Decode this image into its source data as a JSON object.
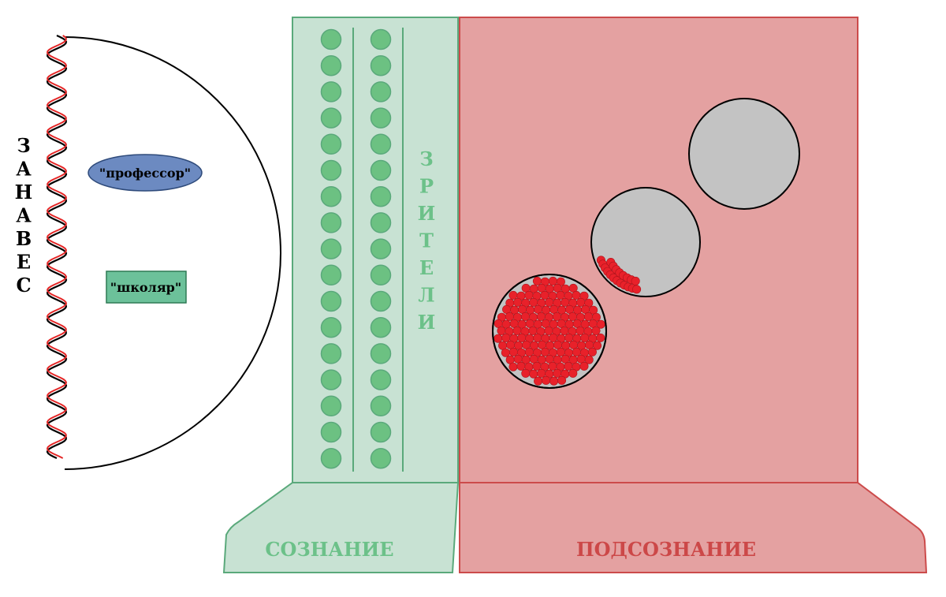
{
  "curtain_label": "З А Н А В Е С",
  "roles": {
    "professor": "\"профессор\"",
    "student": "\"школяр\""
  },
  "spectators_label": "З Р И Т Е Л И",
  "conscious_label": "СОЗНАНИЕ",
  "subconscious_label": "ПОДСОЗНАНИЕ",
  "colors": {
    "conscious_fill": "#c8e2d3",
    "conscious_stroke": "#5aa97b",
    "conscious_text": "#6cc189",
    "spectator_dot": "#6cc182",
    "subconscious_fill": "#e4a1a1",
    "subconscious_stroke": "#cc4b4b",
    "subconscious_text": "#cc4848",
    "sphere": "#c3c3c3",
    "particle": "#e8212a",
    "professor_fill": "#6c8ac1",
    "student_fill": "#6cc19a",
    "curtain_red": "#e42626"
  }
}
